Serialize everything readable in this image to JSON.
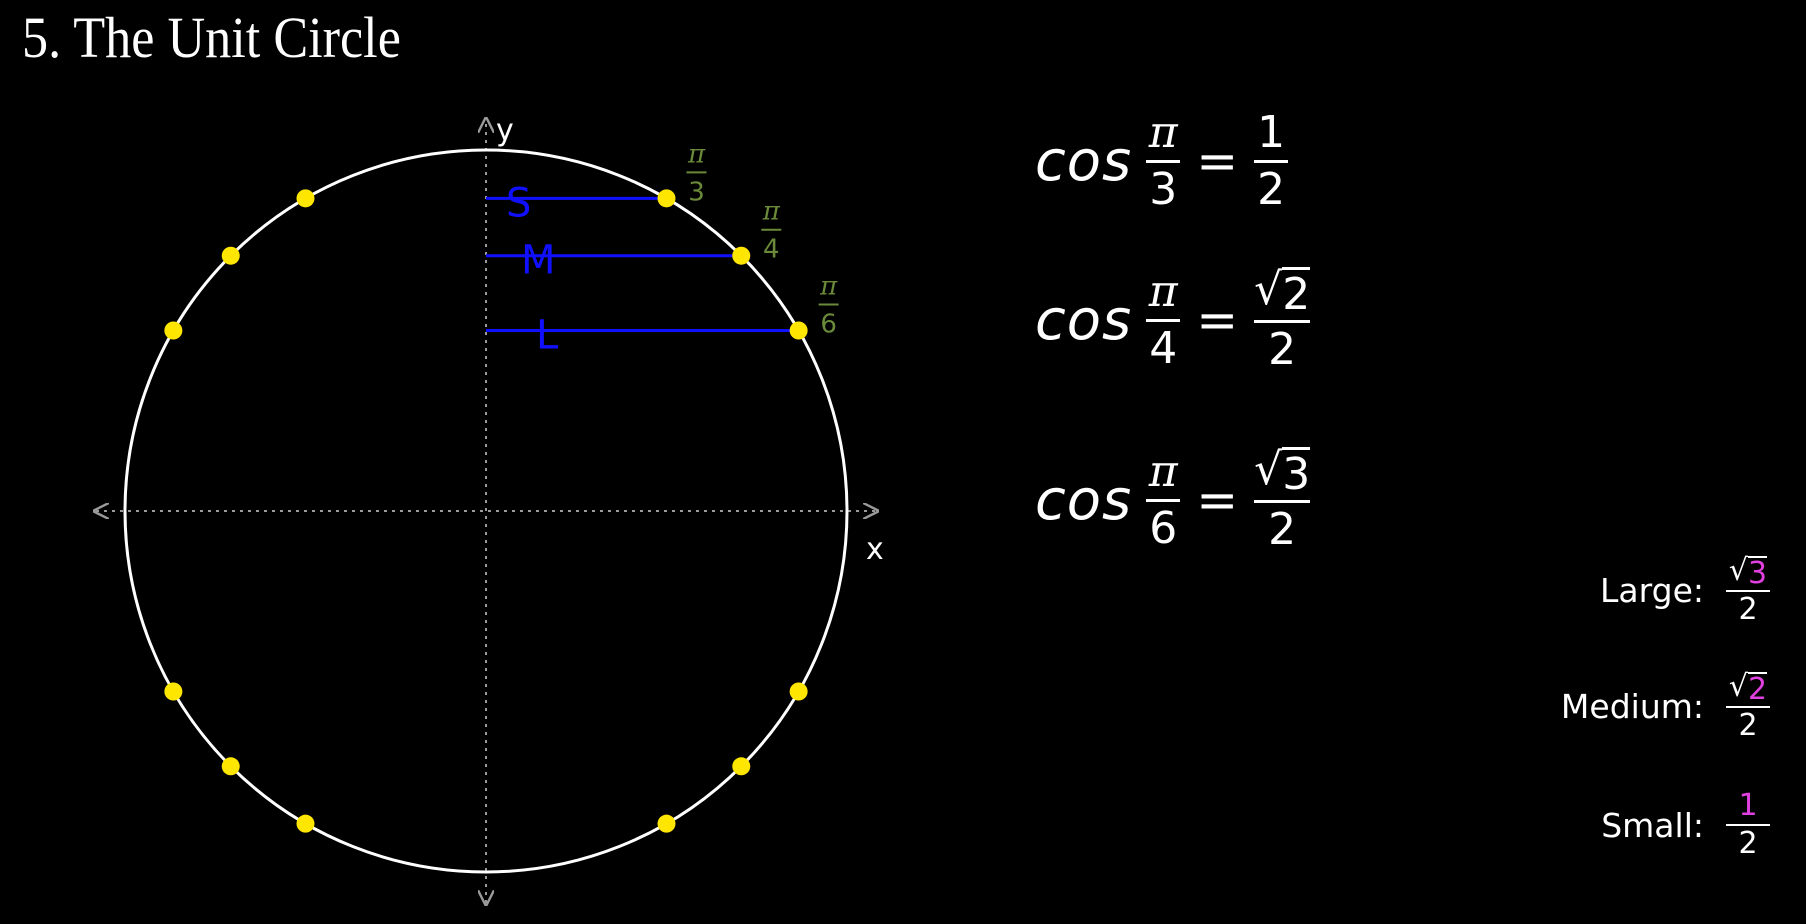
{
  "title": "5. The Unit Circle",
  "diagram": {
    "axis_x_label": "x",
    "axis_y_label": "y",
    "angle_labels": [
      {
        "num": "π",
        "den": "3"
      },
      {
        "num": "π",
        "den": "4"
      },
      {
        "num": "π",
        "den": "6"
      }
    ],
    "segment_labels": [
      "S",
      "M",
      "L"
    ],
    "colors": {
      "circle": "#ffffff",
      "point": "#ffe600",
      "segment": "#1010ff",
      "angle_label": "#6a8a3a",
      "axis": "#9a9a9a"
    }
  },
  "equations": [
    {
      "fn": "cos",
      "arg_num": "π",
      "arg_den": "3",
      "val_num": "1",
      "val_den": "2",
      "val_radical": false
    },
    {
      "fn": "cos",
      "arg_num": "π",
      "arg_den": "4",
      "val_num": "2",
      "val_den": "2",
      "val_radical": true
    },
    {
      "fn": "cos",
      "arg_num": "π",
      "arg_den": "6",
      "val_num": "3",
      "val_den": "2",
      "val_radical": true
    }
  ],
  "legend": [
    {
      "label": "Large:",
      "num": "3",
      "den": "2",
      "radical": true
    },
    {
      "label": "Medium:",
      "num": "2",
      "den": "2",
      "radical": true
    },
    {
      "label": "Small:",
      "num": "1",
      "den": "2",
      "radical": false
    }
  ],
  "accent_color": "#e040e0"
}
